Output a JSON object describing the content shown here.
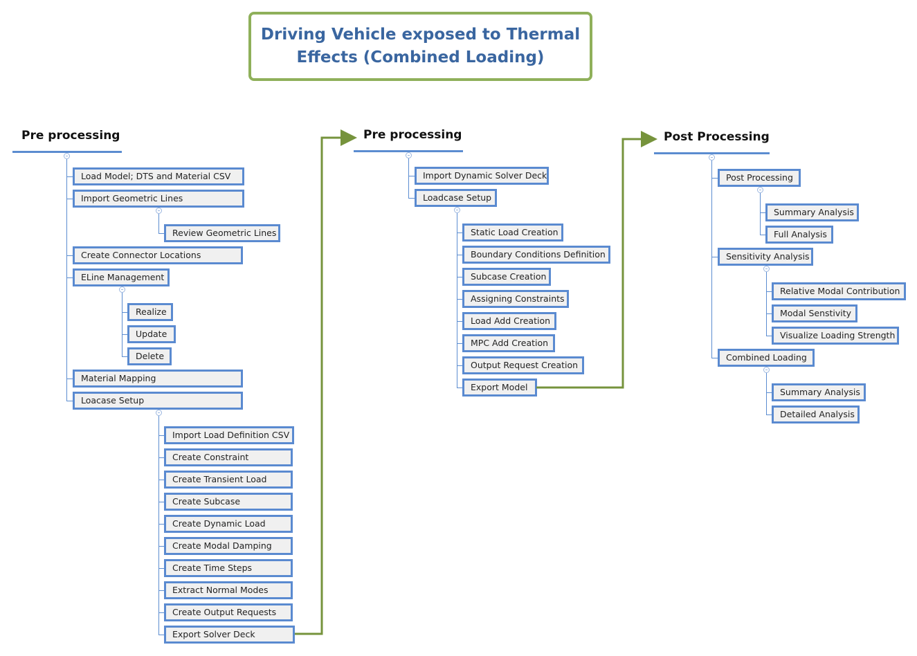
{
  "title": "Driving Vehicle exposed to Thermal Effects (Combined Loading)",
  "title_lines": [
    "Driving Vehicle exposed to Thermal",
    "Effects (Combined Loading)"
  ],
  "colors": {
    "node_border": "#5a8ad0",
    "node_fill": "#f0f0f0",
    "connector": "#76933c",
    "title_border": "#8fb05a",
    "title_text": "#3a66a0"
  },
  "columns": [
    {
      "heading": "Pre processing",
      "items": [
        {
          "label": "Load Model; DTS and Material CSV"
        },
        {
          "label": "Import Geometric Lines",
          "children": [
            {
              "label": "Review Geometric Lines"
            }
          ]
        },
        {
          "label": "Create Connector Locations"
        },
        {
          "label": "ELine Management",
          "children": [
            {
              "label": "Realize"
            },
            {
              "label": "Update"
            },
            {
              "label": "Delete"
            }
          ]
        },
        {
          "label": "Material Mapping"
        },
        {
          "label": "Loacase Setup",
          "children": [
            {
              "label": "Import Load Definition CSV"
            },
            {
              "label": "Create Constraint"
            },
            {
              "label": "Create Transient Load"
            },
            {
              "label": "Create Subcase"
            },
            {
              "label": "Create Dynamic Load"
            },
            {
              "label": "Create Modal Damping"
            },
            {
              "label": "Create Time Steps"
            },
            {
              "label": "Extract Normal Modes"
            },
            {
              "label": "Create Output Requests"
            },
            {
              "label": "Export Solver Deck"
            }
          ]
        }
      ]
    },
    {
      "heading": "Pre processing",
      "items": [
        {
          "label": "Import Dynamic Solver Deck"
        },
        {
          "label": "Loadcase Setup",
          "children": [
            {
              "label": "Static Load Creation"
            },
            {
              "label": "Boundary Conditions Definition"
            },
            {
              "label": "Subcase Creation"
            },
            {
              "label": "Assigning Constraints"
            },
            {
              "label": "Load Add Creation"
            },
            {
              "label": "MPC Add Creation"
            },
            {
              "label": "Output Request Creation"
            },
            {
              "label": "Export Model"
            }
          ]
        }
      ]
    },
    {
      "heading": "Post Processing",
      "items": [
        {
          "label": "Post Processing",
          "children": [
            {
              "label": "Summary Analysis"
            },
            {
              "label": "Full Analysis"
            }
          ]
        },
        {
          "label": "Sensitivity Analysis",
          "children": [
            {
              "label": "Relative Modal Contribution"
            },
            {
              "label": "Modal Senstivity"
            },
            {
              "label": "Visualize Loading Strength"
            }
          ]
        },
        {
          "label": "Combined Loading",
          "children": [
            {
              "label": "Summary Analysis"
            },
            {
              "label": "Detailed Analysis"
            }
          ]
        }
      ]
    }
  ]
}
